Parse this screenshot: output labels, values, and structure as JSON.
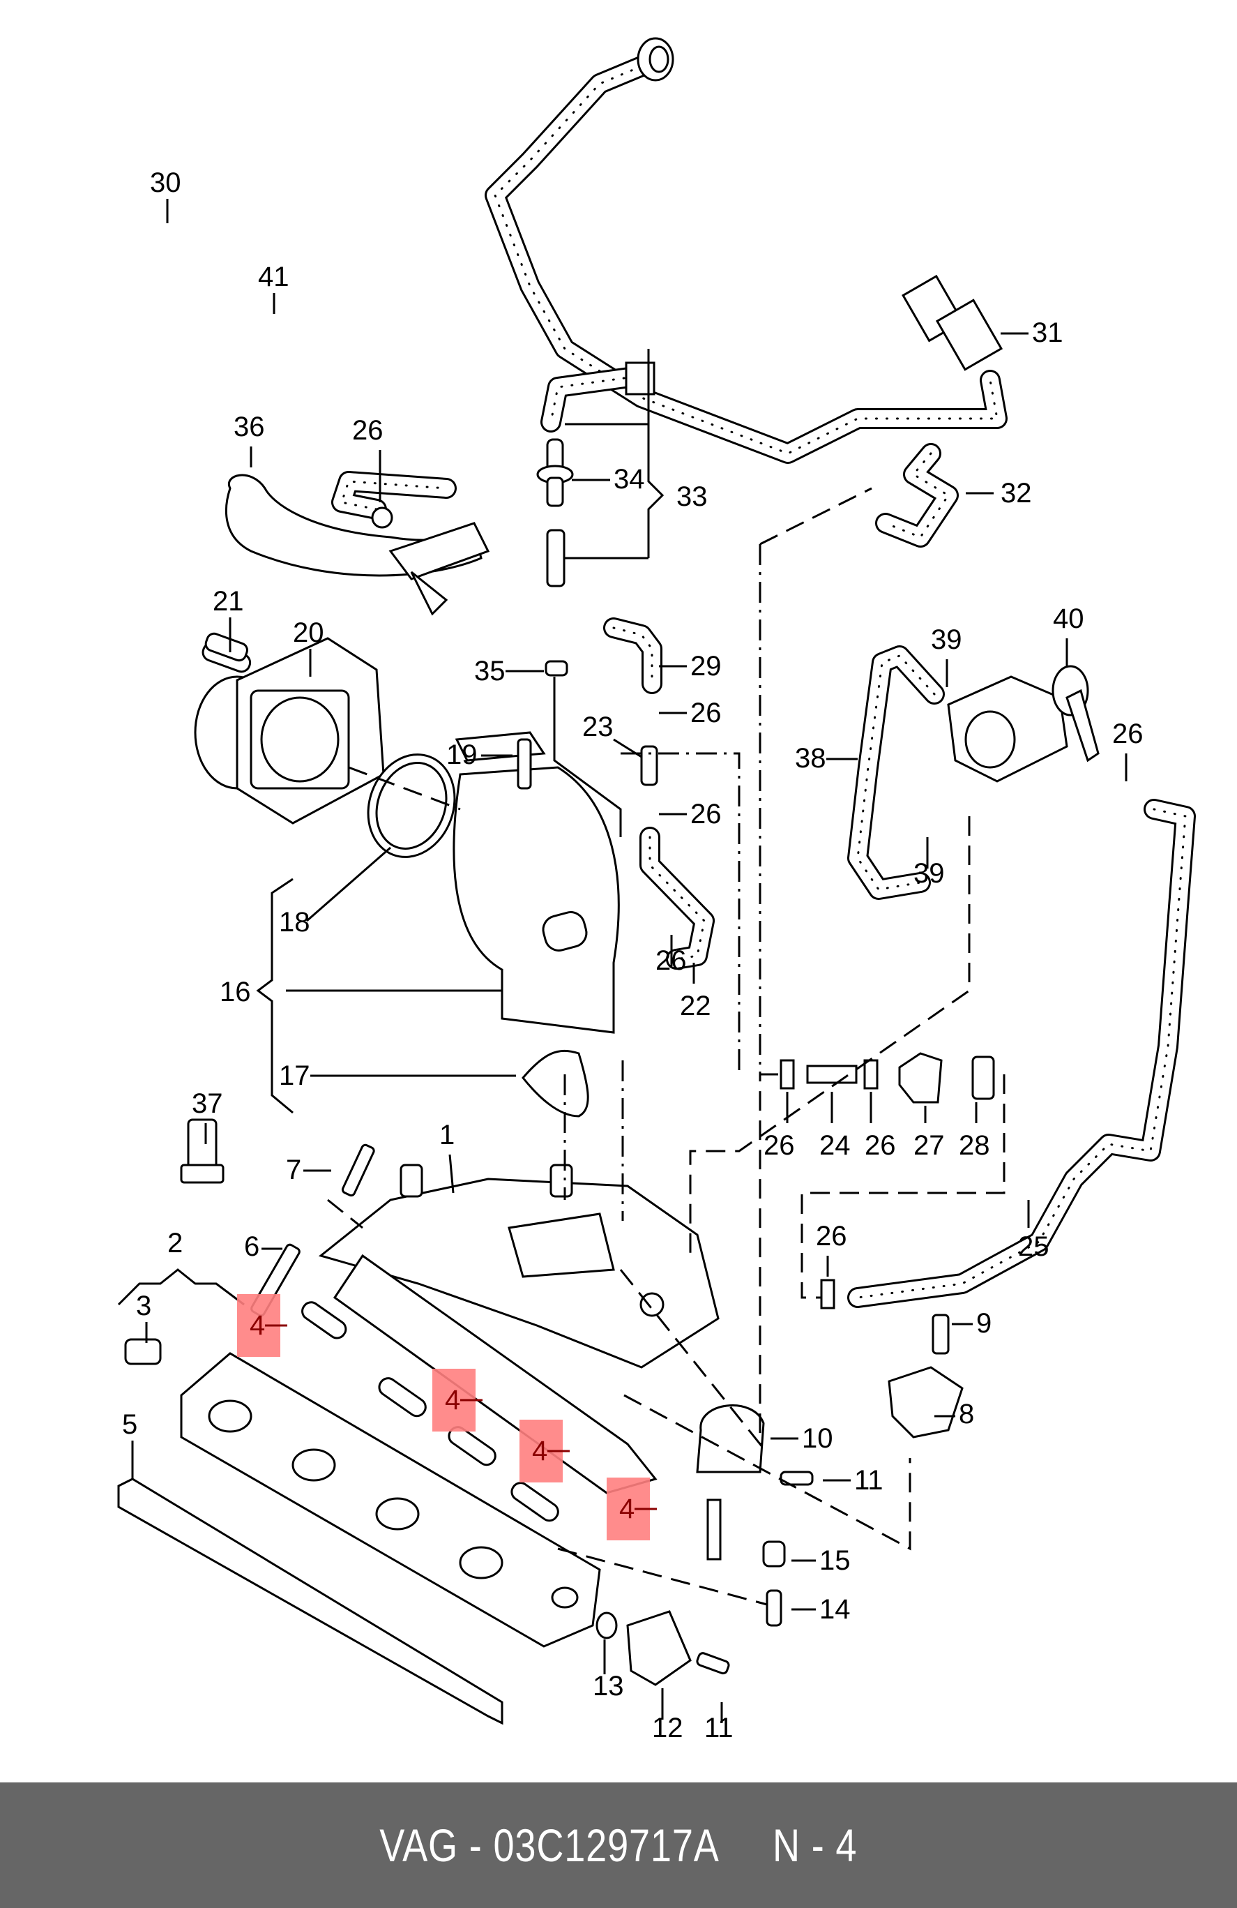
{
  "diagram": {
    "title": "Intake manifold exploded parts diagram",
    "highlight_color": "#ff8080",
    "highlight_text_color": "#8b0000",
    "callouts": [
      "1",
      "2",
      "3",
      "4",
      "5",
      "6",
      "7",
      "8",
      "9",
      "10",
      "11",
      "11",
      "12",
      "13",
      "14",
      "15",
      "16",
      "17",
      "18",
      "19",
      "20",
      "21",
      "22",
      "23",
      "24",
      "25",
      "26",
      "26",
      "26",
      "26",
      "26",
      "26",
      "26",
      "26",
      "27",
      "28",
      "29",
      "30",
      "31",
      "32",
      "33",
      "34",
      "35",
      "36",
      "37",
      "38",
      "39",
      "39",
      "40",
      "41"
    ],
    "highlighted_part": "4",
    "highlighted_count": 4
  },
  "footer": {
    "background": "#666666",
    "brand": "VAG",
    "separator": " - ",
    "part_number": "03C129717A",
    "spacer": "     ",
    "ref_label": "N - 4",
    "text": "VAG - 03C129717A     N - 4"
  }
}
